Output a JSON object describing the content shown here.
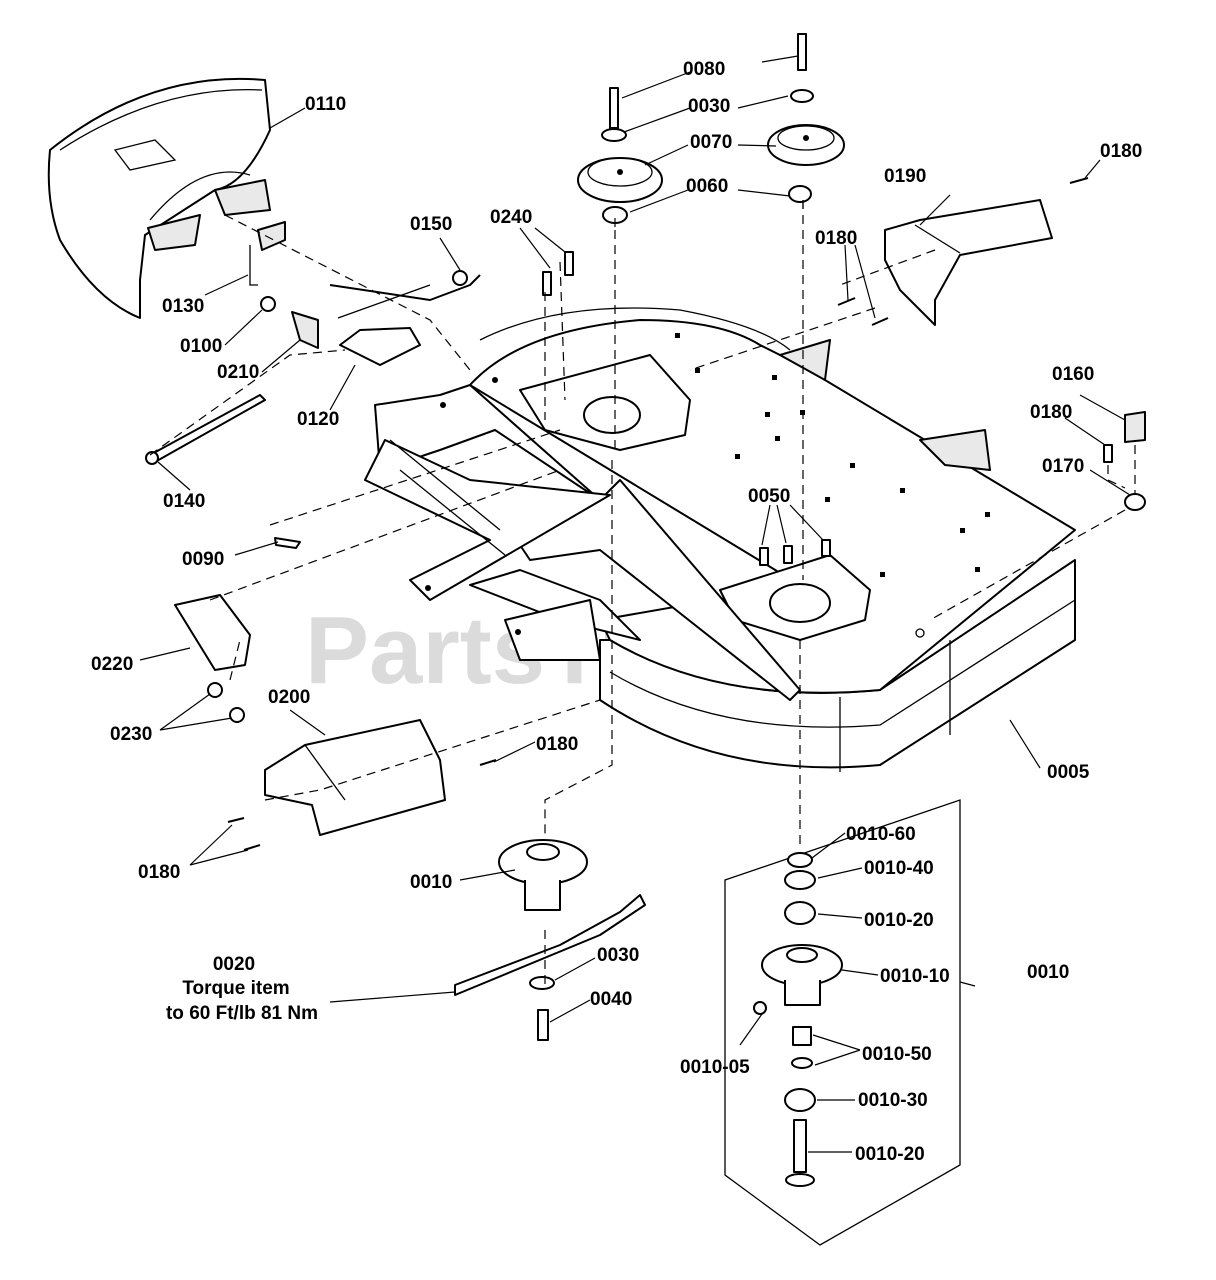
{
  "watermark": {
    "brand": "PartsTree",
    "tm": "™"
  },
  "callouts": [
    {
      "id": "c0005",
      "text": "0005"
    },
    {
      "id": "c0010a",
      "text": "0010"
    },
    {
      "id": "c0010b",
      "text": "0010"
    },
    {
      "id": "c0010_05",
      "text": "0010-05"
    },
    {
      "id": "c0010_10",
      "text": "0010-10"
    },
    {
      "id": "c0010_20a",
      "text": "0010-20"
    },
    {
      "id": "c0010_20b",
      "text": "0010-20"
    },
    {
      "id": "c0010_30",
      "text": "0010-30"
    },
    {
      "id": "c0010_40",
      "text": "0010-40"
    },
    {
      "id": "c0010_50",
      "text": "0010-50"
    },
    {
      "id": "c0010_60",
      "text": "0010-60"
    },
    {
      "id": "c0030a",
      "text": "0030"
    },
    {
      "id": "c0030b",
      "text": "0030"
    },
    {
      "id": "c0040",
      "text": "0040"
    },
    {
      "id": "c0050",
      "text": "0050"
    },
    {
      "id": "c0060",
      "text": "0060"
    },
    {
      "id": "c0070",
      "text": "0070"
    },
    {
      "id": "c0080",
      "text": "0080"
    },
    {
      "id": "c0090",
      "text": "0090"
    },
    {
      "id": "c0100",
      "text": "0100"
    },
    {
      "id": "c0110",
      "text": "0110"
    },
    {
      "id": "c0120",
      "text": "0120"
    },
    {
      "id": "c0130",
      "text": "0130"
    },
    {
      "id": "c0140",
      "text": "0140"
    },
    {
      "id": "c0150",
      "text": "0150"
    },
    {
      "id": "c0160",
      "text": "0160"
    },
    {
      "id": "c0170",
      "text": "0170"
    },
    {
      "id": "c0180a",
      "text": "0180"
    },
    {
      "id": "c0180b",
      "text": "0180"
    },
    {
      "id": "c0180c",
      "text": "0180"
    },
    {
      "id": "c0180d",
      "text": "0180"
    },
    {
      "id": "c0180e",
      "text": "0180"
    },
    {
      "id": "c0190",
      "text": "0190"
    },
    {
      "id": "c0200",
      "text": "0200"
    },
    {
      "id": "c0210",
      "text": "0210"
    },
    {
      "id": "c0220",
      "text": "0220"
    },
    {
      "id": "c0230",
      "text": "0230"
    },
    {
      "id": "c0240",
      "text": "0240"
    }
  ],
  "torque_note": {
    "item": "0020",
    "line1": "Torque item",
    "line2": "to 60 Ft/lb 81 Nm"
  }
}
